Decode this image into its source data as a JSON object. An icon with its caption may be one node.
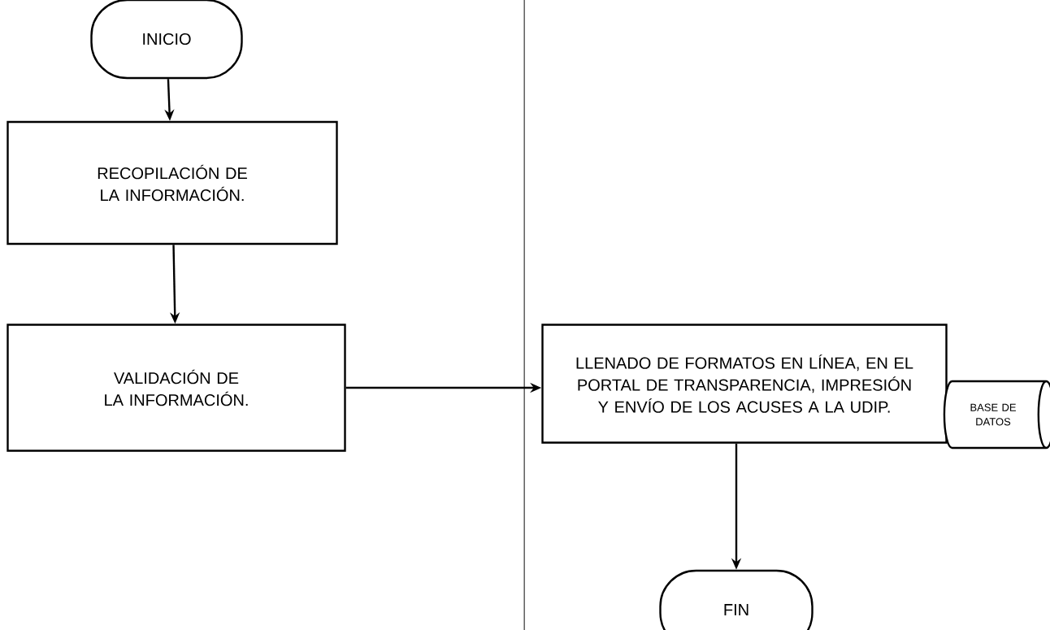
{
  "diagram": {
    "nodes": [
      {
        "text": [
          "INICIO"
        ]
      },
      {
        "text": [
          "RECOPILACIÓN DE LA INFORMACIÓN."
        ]
      },
      {
        "text": [
          "VALIDACIÓN DE LA INFORMACIÓN."
        ]
      },
      {
        "text": [
          "LLENADO DE FORMATOS EN LÍNEA, EN EL PORTAL DE TRANSPARENCIA, IMPRESIÓN Y ENVÍO DE LOS ACUSES A LA UDIP."
        ]
      },
      {
        "text": [
          "BASE DE DATOS"
        ]
      },
      {
        "text": [
          "FIN"
        ]
      }
    ],
    "edges": [
      {
        "from": 0,
        "to": 1,
        "arrow": "to"
      },
      {
        "from": 1,
        "to": 2,
        "arrow": "to"
      },
      {
        "from": 2,
        "to": 3,
        "arrow": "to"
      },
      {
        "from": 3,
        "to": 5,
        "arrow": "to"
      }
    ]
  }
}
